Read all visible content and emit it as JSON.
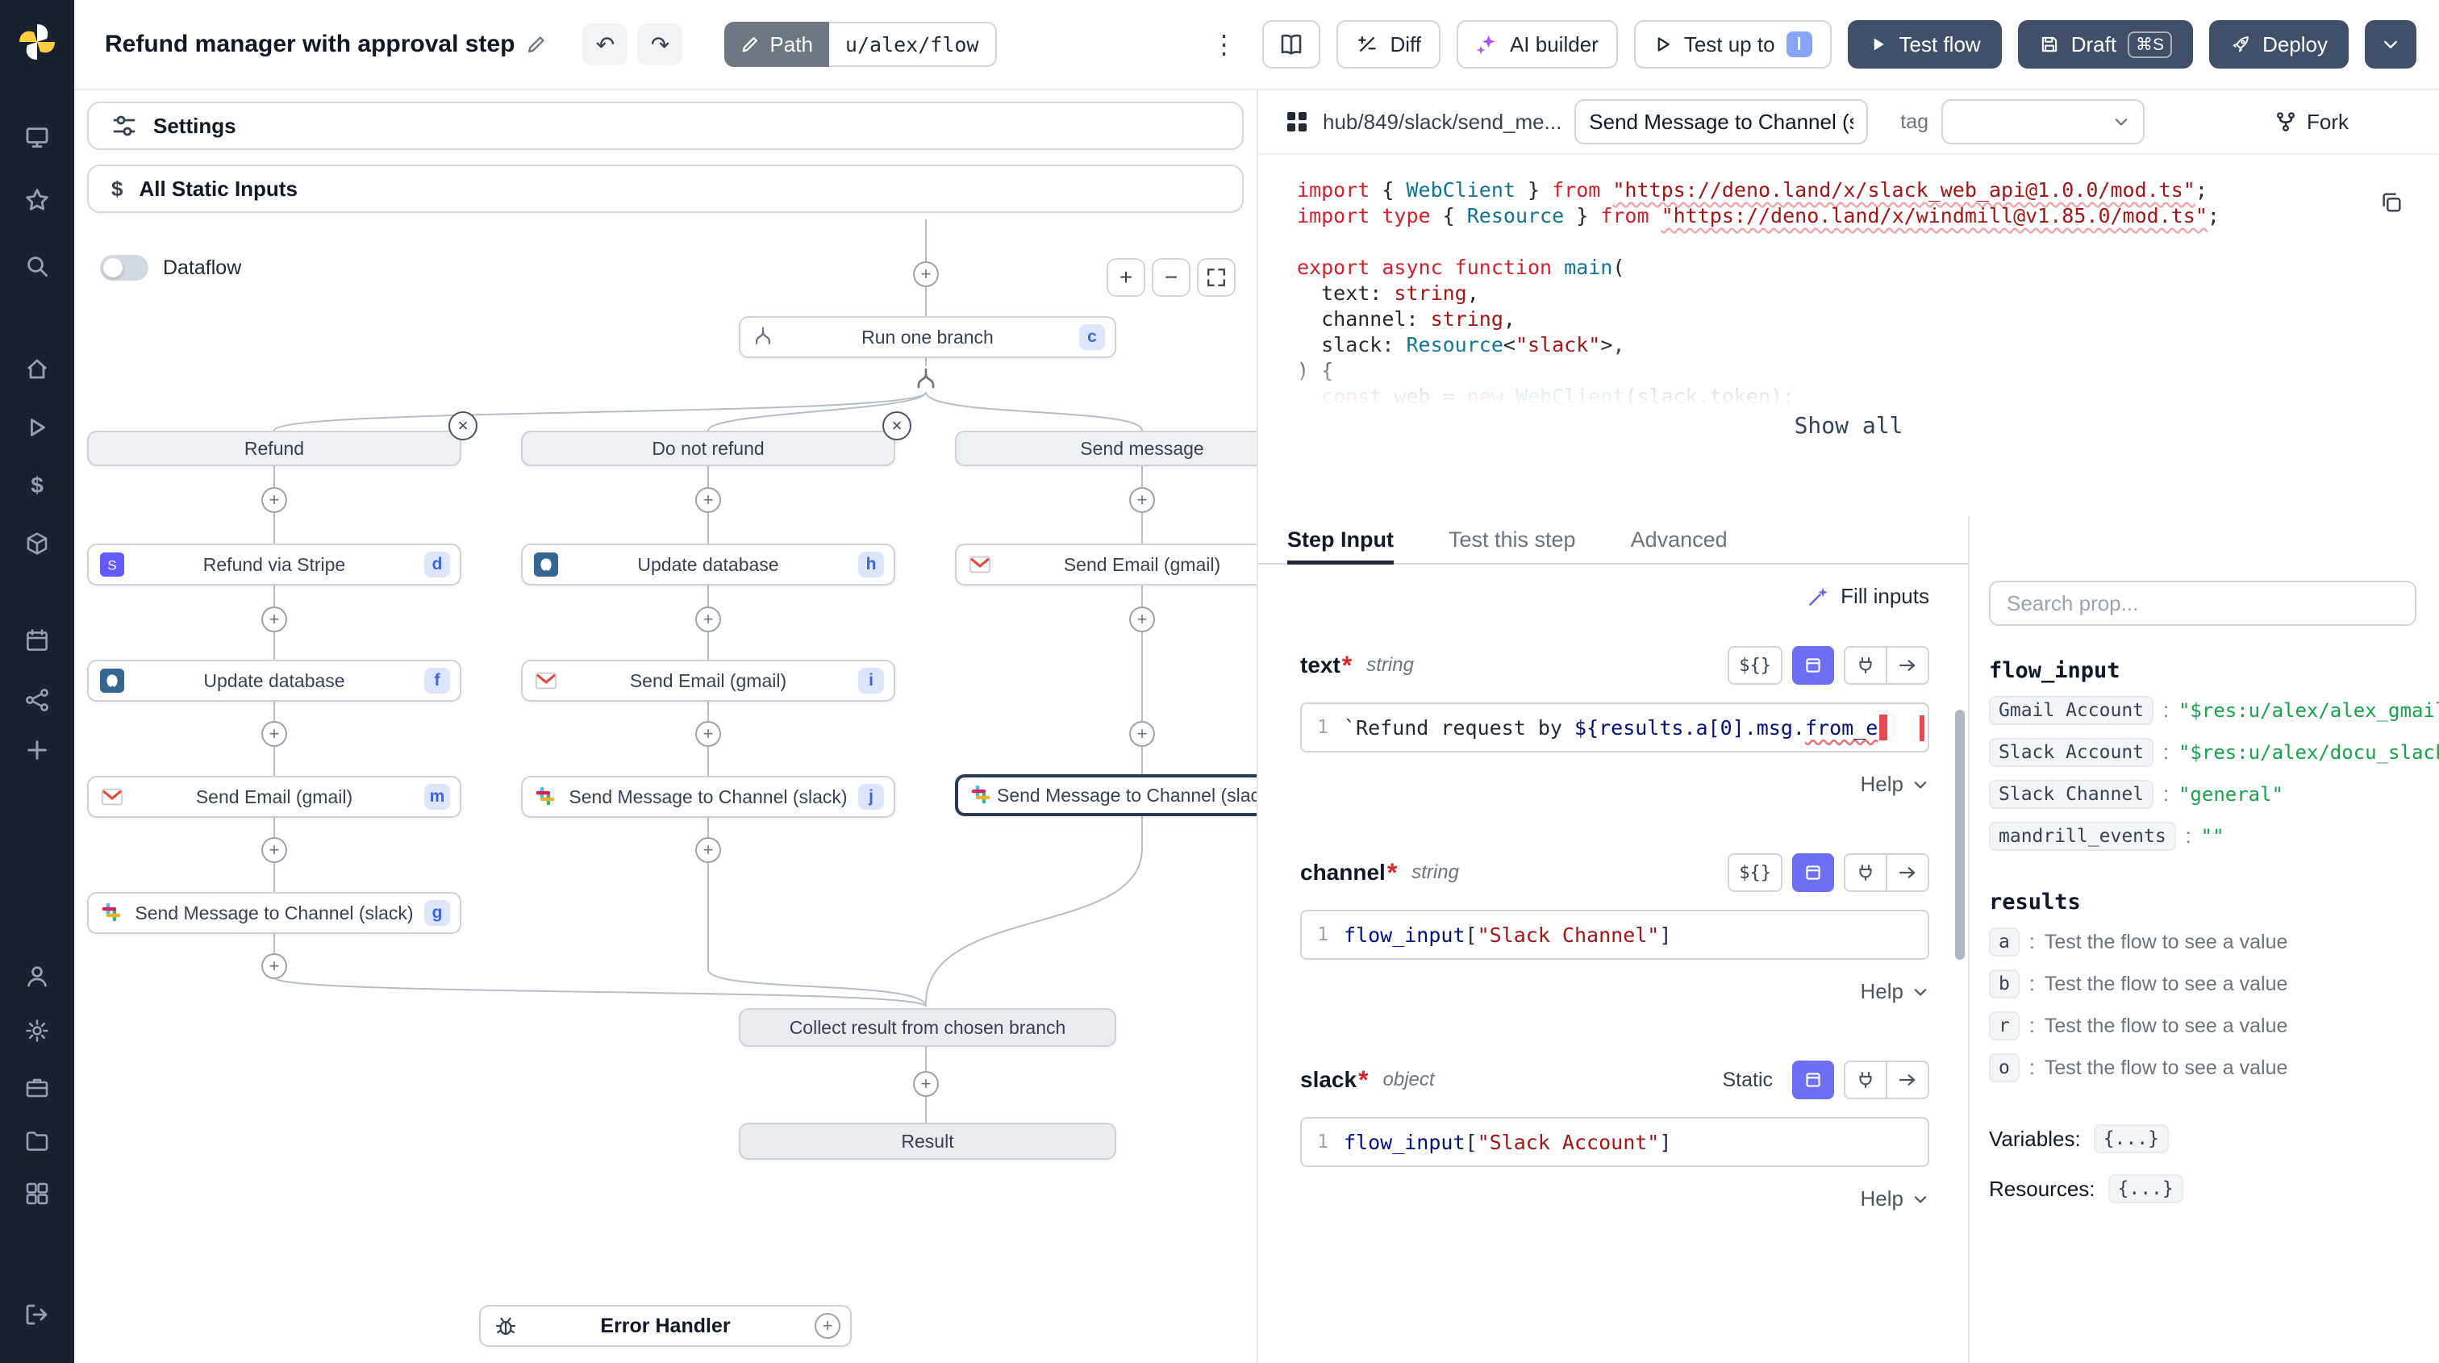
{
  "topbar": {
    "title": "Refund manager with approval step",
    "undo_icon": "↶",
    "redo_icon": "↷",
    "menu_icon": "⋮",
    "path_label": "Path",
    "path_value": "u/alex/flow",
    "diff_label": "Diff",
    "ai_builder_label": "AI builder",
    "test_up_to_label": "Test up to",
    "test_up_to_badge": "l",
    "test_flow_label": "Test flow",
    "draft_label": "Draft",
    "draft_shortcut": "⌘S",
    "deploy_label": "Deploy"
  },
  "sidebar": {
    "dollar_icon": "$"
  },
  "canvas": {
    "settings_label": "Settings",
    "static_inputs_icon": "$",
    "static_inputs_label": "All Static Inputs",
    "dataflow_label": "Dataflow",
    "zoom_in_icon": "+",
    "zoom_out_icon": "−",
    "plus_icon": "+",
    "close_icon": "×"
  },
  "flow": {
    "run_branch": {
      "label": "Run one branch",
      "badge": "c"
    },
    "branches": [
      {
        "title": "Refund",
        "steps": [
          {
            "label": "Refund via Stripe",
            "badge": "d"
          },
          {
            "label": "Update database",
            "badge": "f"
          },
          {
            "label": "Send Email (gmail)",
            "badge": "m"
          },
          {
            "label": "Send Message to Channel (slack)",
            "badge": "g"
          }
        ]
      },
      {
        "title": "Do not refund",
        "steps": [
          {
            "label": "Update database",
            "badge": "h"
          },
          {
            "label": "Send Email (gmail)",
            "badge": "i"
          },
          {
            "label": "Send Message to Channel (slack)",
            "badge": "j"
          }
        ]
      },
      {
        "title": "Send message",
        "steps": [
          {
            "label": "Send Email (gmail)",
            "badge": ""
          },
          {
            "label": "Send Message to Channel (slack)",
            "badge": ""
          }
        ]
      }
    ],
    "collect_label": "Collect result from chosen branch",
    "result_label": "Result",
    "error_handler_label": "Error Handler"
  },
  "module": {
    "hub_path": "hub/849/slack/send_me...",
    "summary_value": "Send Message to Channel (slack)",
    "tag_label": "tag",
    "fork_label": "Fork"
  },
  "code": {
    "show_all_label": "Show all",
    "lines": [
      [
        {
          "c": "kw",
          "t": "import"
        },
        {
          "c": "pl",
          "t": " { "
        },
        {
          "c": "ty",
          "t": "WebClient"
        },
        {
          "c": "pl",
          "t": " } "
        },
        {
          "c": "kw",
          "t": "from"
        },
        {
          "c": "pl",
          "t": " "
        },
        {
          "c": "str u",
          "t": "\"https://deno.land/x/slack_web_api@1.0.0/mod.ts\""
        },
        {
          "c": "pl",
          "t": ";"
        }
      ],
      [
        {
          "c": "kw",
          "t": "import type"
        },
        {
          "c": "pl",
          "t": " { "
        },
        {
          "c": "ty",
          "t": "Resource"
        },
        {
          "c": "pl",
          "t": " } "
        },
        {
          "c": "kw",
          "t": "from"
        },
        {
          "c": "pl",
          "t": " "
        },
        {
          "c": "str u",
          "t": "\"https://deno.land/x/windmill@v1.85.0/mod.ts\""
        },
        {
          "c": "pl",
          "t": ";"
        }
      ],
      [],
      [
        {
          "c": "kw",
          "t": "export async function"
        },
        {
          "c": "pl",
          "t": " "
        },
        {
          "c": "fn",
          "t": "main"
        },
        {
          "c": "pl",
          "t": "("
        }
      ],
      [
        {
          "c": "pl",
          "t": "  text: "
        },
        {
          "c": "str",
          "t": "string"
        },
        {
          "c": "pl",
          "t": ","
        }
      ],
      [
        {
          "c": "pl",
          "t": "  channel: "
        },
        {
          "c": "str",
          "t": "string"
        },
        {
          "c": "pl",
          "t": ","
        }
      ],
      [
        {
          "c": "pl",
          "t": "  slack: "
        },
        {
          "c": "ty",
          "t": "Resource"
        },
        {
          "c": "pl",
          "t": "<"
        },
        {
          "c": "str",
          "t": "\"slack\""
        },
        {
          "c": "pl",
          "t": ">,"
        }
      ],
      [
        {
          "c": "pl",
          "t": ") {"
        }
      ],
      [
        {
          "c": "pl",
          "t": "  "
        },
        {
          "c": "kw",
          "t": "const"
        },
        {
          "c": "pl",
          "t": " web = "
        },
        {
          "c": "kw",
          "t": "new"
        },
        {
          "c": "pl",
          "t": " "
        },
        {
          "c": "ty",
          "t": "WebClient"
        },
        {
          "c": "pl",
          "t": "(slack.token);"
        }
      ]
    ]
  },
  "step_panel": {
    "tabs": [
      "Step Input",
      "Test this step",
      "Advanced"
    ],
    "fill_inputs_label": "Fill inputs",
    "help_label": "Help",
    "required_mark": "*",
    "fields": [
      {
        "name": "text",
        "type": "string",
        "mode": "${}",
        "line_no": "1"
      },
      {
        "name": "channel",
        "type": "string",
        "mode": "${}",
        "line_no": "1"
      },
      {
        "name": "slack",
        "type": "object",
        "mode": "Static",
        "line_no": "1"
      }
    ],
    "text_code": {
      "prefix": "`Refund request by ",
      "expr_main": "${results.a[0].msg.",
      "expr_err": "from_e"
    },
    "channel_code": {
      "id": "flow_input",
      "open": "[",
      "string": "\"Slack Channel\"",
      "close": "]"
    },
    "slack_code": {
      "id": "flow_input",
      "open": "[",
      "string": "\"Slack Account\"",
      "close": "]"
    }
  },
  "props": {
    "search_placeholder": "Search prop...",
    "flow_input_title": "flow_input",
    "flow_inputs": [
      {
        "key": "Gmail Account",
        "value": "\"$res:u/alex/alex_gmail\""
      },
      {
        "key": "Slack Account",
        "value": "\"$res:u/alex/docu_slack\""
      },
      {
        "key": "Slack Channel",
        "value": "\"general\""
      },
      {
        "key": "mandrill_events",
        "value": "\"\""
      }
    ],
    "results_title": "results",
    "results": [
      {
        "key": "a",
        "value": "Test the flow to see a value"
      },
      {
        "key": "b",
        "value": "Test the flow to see a value"
      },
      {
        "key": "r",
        "value": "Test the flow to see a value"
      },
      {
        "key": "o",
        "value": "Test the flow to see a value"
      }
    ],
    "variables_label": "Variables:",
    "resources_label": "Resources:",
    "object_preview": "{...}"
  }
}
